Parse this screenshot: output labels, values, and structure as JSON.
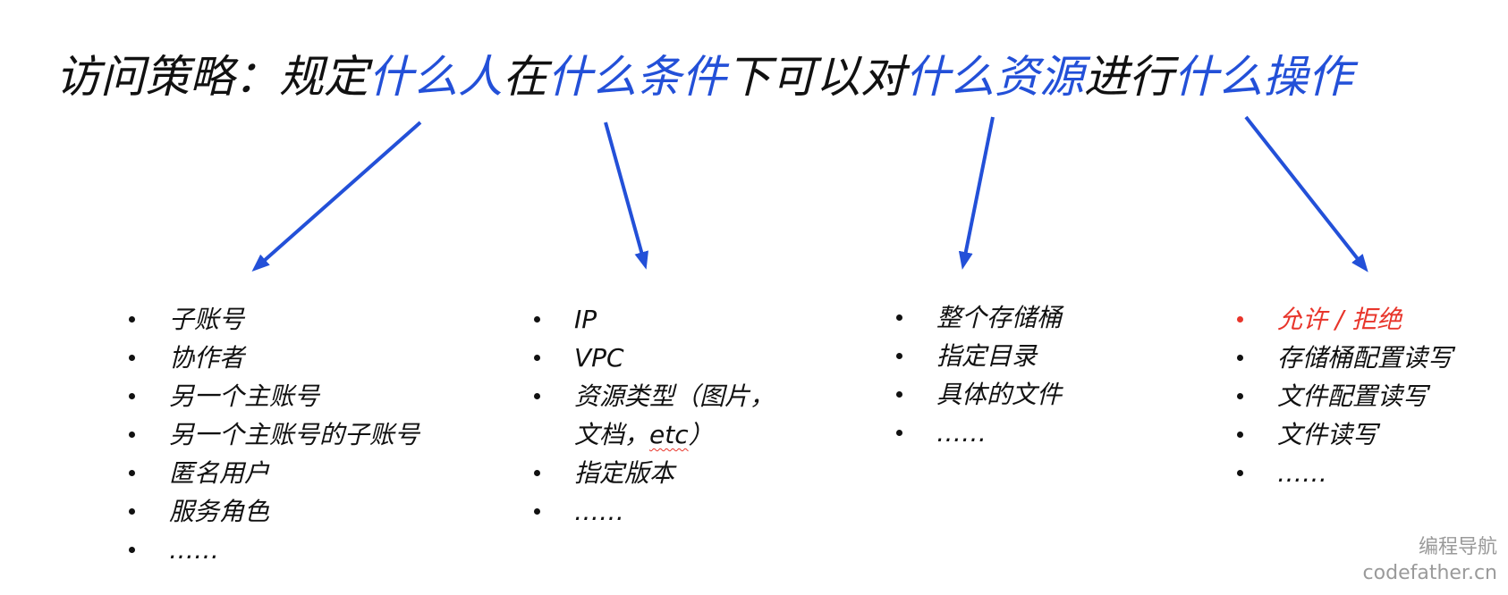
{
  "colors": {
    "text": "#111111",
    "accent": "#2350d8",
    "deny": "#e8352b",
    "watermark": "#9a9a9a",
    "background": "#ffffff"
  },
  "title": {
    "segments": [
      {
        "text": "访问策略：规定",
        "highlight": false
      },
      {
        "text": "什么人",
        "highlight": true
      },
      {
        "text": "在",
        "highlight": false
      },
      {
        "text": "什么条件",
        "highlight": true
      },
      {
        "text": "下可以对",
        "highlight": false
      },
      {
        "text": "什么资源",
        "highlight": true
      },
      {
        "text": "进行",
        "highlight": false
      },
      {
        "text": "什么操作",
        "highlight": true
      }
    ]
  },
  "columns": [
    {
      "items": [
        {
          "text": "子账号"
        },
        {
          "text": "协作者"
        },
        {
          "text": "另一个主账号"
        },
        {
          "text": "另一个主账号的子账号"
        },
        {
          "text": "匿名用户"
        },
        {
          "text": "服务角色"
        },
        {
          "text": "……"
        }
      ]
    },
    {
      "items": [
        {
          "text": "IP"
        },
        {
          "text": "VPC"
        },
        {
          "parts": [
            "资源类型（图片，",
            "文档，",
            "etc",
            "）"
          ]
        },
        {
          "text": "指定版本"
        },
        {
          "text": "……"
        }
      ]
    },
    {
      "items": [
        {
          "text": "整个存储桶"
        },
        {
          "text": "指定目录"
        },
        {
          "text": "具体的文件"
        },
        {
          "text": "……"
        }
      ]
    },
    {
      "items": [
        {
          "text": "允许 / 拒绝",
          "highlight": true
        },
        {
          "text": "存储桶配置读写"
        },
        {
          "text": "文件配置读写"
        },
        {
          "text": "文件读写"
        },
        {
          "text": "……"
        }
      ]
    }
  ],
  "watermark": {
    "line1": "编程导航",
    "line2": "codefather.cn"
  }
}
